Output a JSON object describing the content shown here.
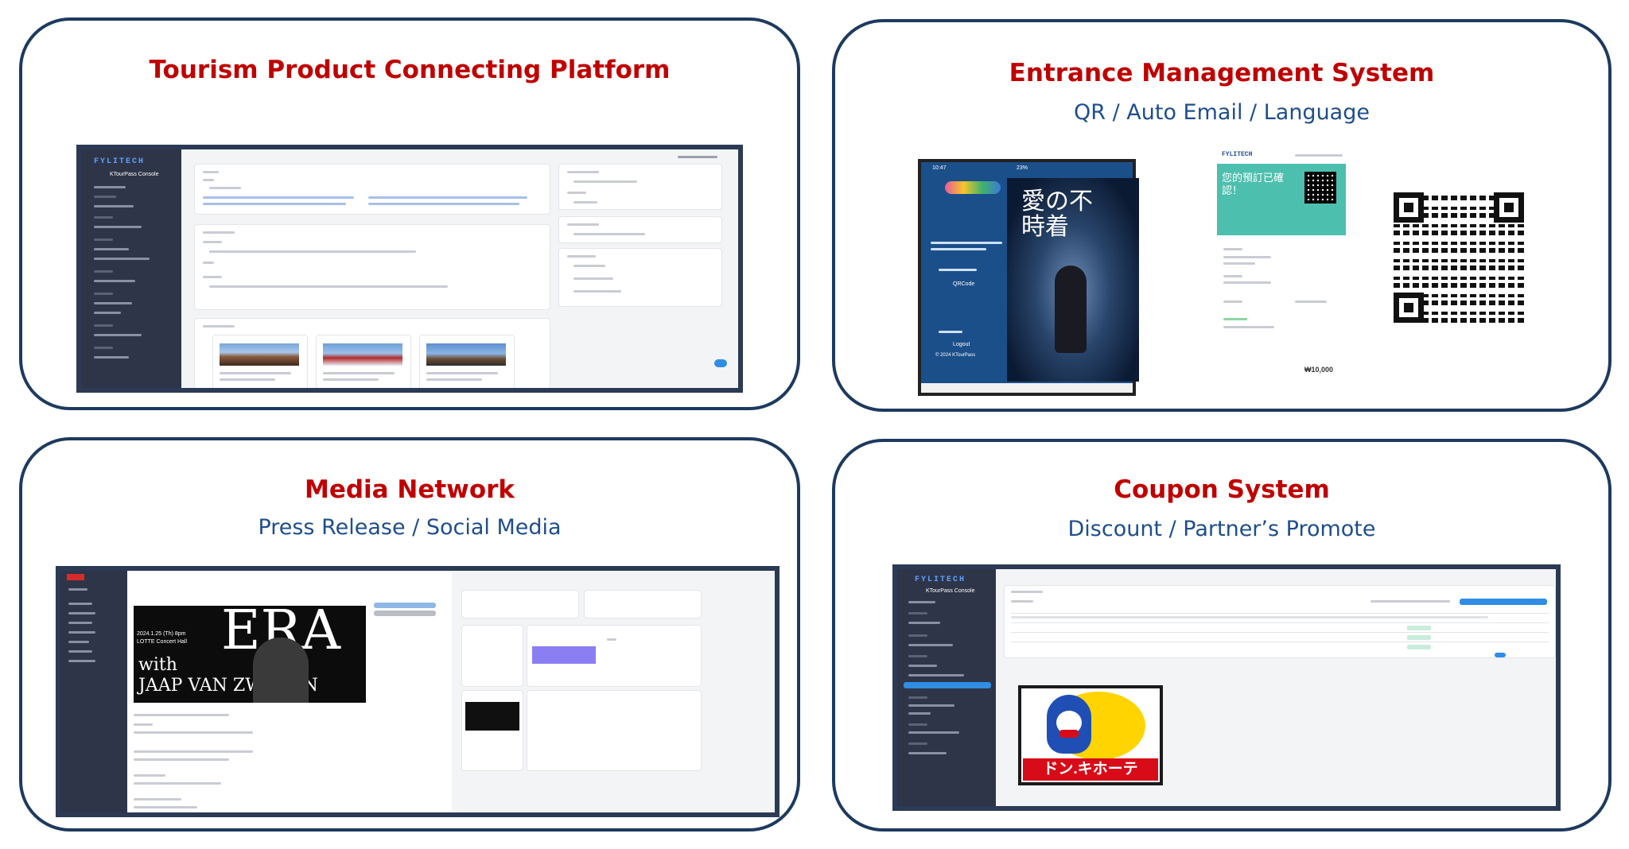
{
  "panels": {
    "tourism": {
      "title": "Tourism Product Connecting Platform"
    },
    "entrance": {
      "title": "Entrance Management System",
      "subtitle": "QR / Auto Email / Language"
    },
    "media": {
      "title": "Media Network",
      "subtitle": "Press Release / Social Media"
    },
    "coupon": {
      "title": "Coupon System",
      "subtitle": "Discount / Partner’s Promote"
    }
  },
  "screens": {
    "tourism_console": {
      "brand": "FYLITECH",
      "console_name": "KTourPass Console"
    },
    "entrance_phone": {
      "time": "10:47",
      "battery": "23%",
      "menu": [
        "QRCode",
        "Logout"
      ],
      "footer": "© 2024 KTourPass"
    },
    "entrance_poster": {
      "title": "愛の不時着"
    },
    "entrance_email": {
      "brand": "FYLITECH",
      "heading": "您的預訂已確認！",
      "price": "₩10,000"
    },
    "media_poster": {
      "line1": "ERA",
      "line2": "with",
      "line3": "JAAP VAN ZWEDEN",
      "date": "2024.1.25 (Th) 8pm",
      "venue": "LOTTE Concert Hall"
    },
    "coupon_console": {
      "brand": "FYLITECH",
      "console_name": "KTourPass Console"
    },
    "coupon_logo": {
      "text": "ドン.キホーテ"
    }
  },
  "colors": {
    "border": "#1d3a5f",
    "title": "#c00000",
    "subtitle": "#1f4e8c",
    "sidebar": "#2f3548",
    "phone_blue": "#1b4f8a",
    "email_teal": "#4dbfae",
    "store_red": "#d80c18",
    "store_yellow": "#ffd400"
  }
}
